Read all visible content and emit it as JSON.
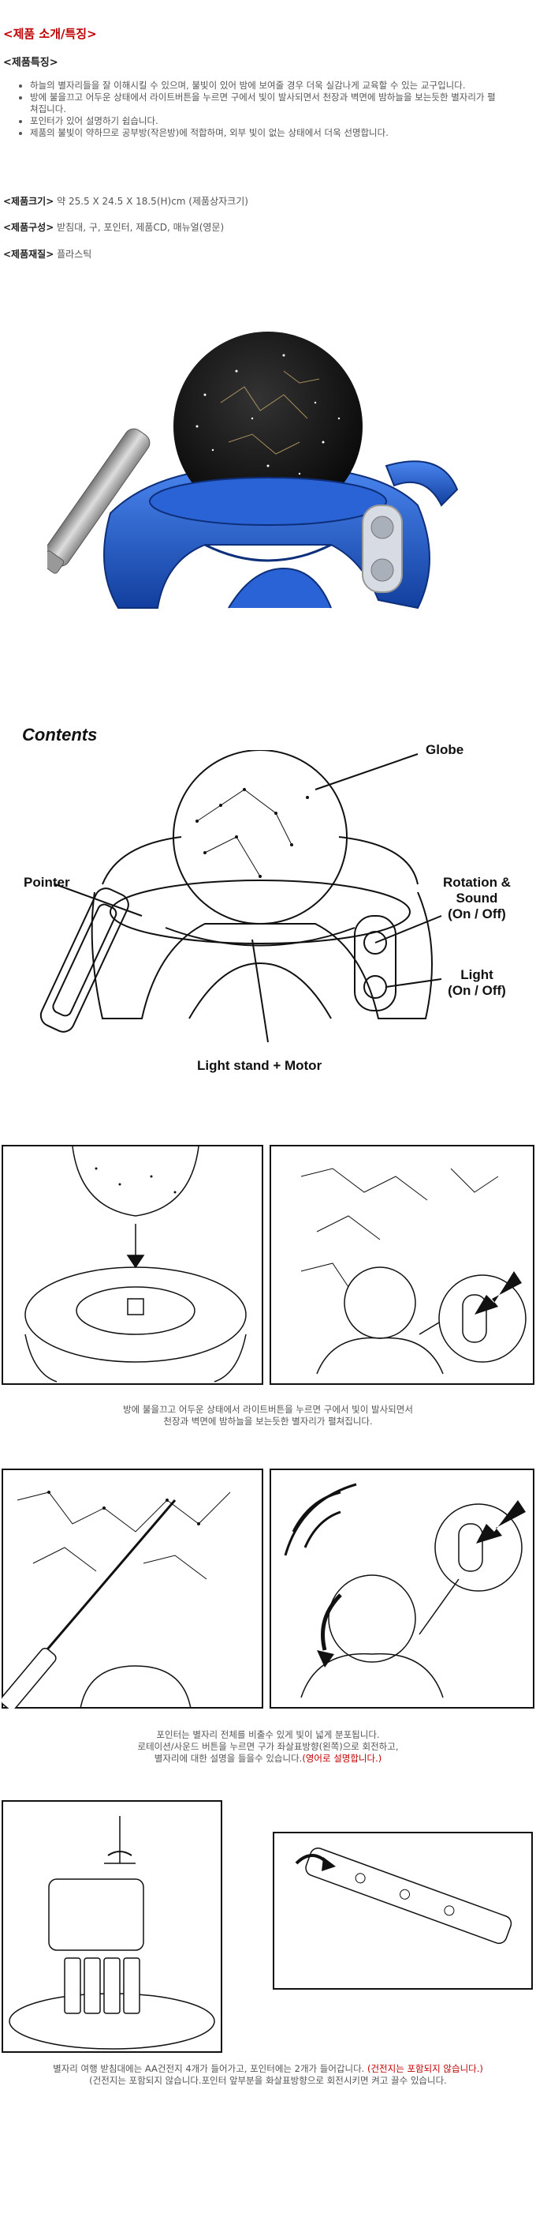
{
  "header": {
    "title": "<제품 소개/특징>"
  },
  "features": {
    "title": "<제품특징>",
    "items": [
      "하늘의 별자리들을 잘 이해시킬 수 있으며, 불빛이 있어 밤에 보여줄 경우 더욱 실감나게 교육할 수 있는 교구입니다.",
      "방에 불을끄고 어두운 상태에서 라이트버튼을 누르면 구에서 빛이 발사되면서 천장과 벽면에 밤하늘을 보는듯한 별자리가 펼쳐집니다.",
      "포인터가 있어 설명하기 쉽습니다.",
      "제품의 불빛이 약하므로 공부방(작은방)에 적합하며, 외부 빛이 없는 상태에서 더욱 선명합니다."
    ]
  },
  "specs": [
    {
      "label": "<제품크기>",
      "value": "약 25.5 X 24.5 X 18.5(H)cm (제품상자크기)"
    },
    {
      "label": "<제품구성>",
      "value": "받침대, 구, 포인터, 제품CD, 매뉴얼(영문)"
    },
    {
      "label": "<제품재질>",
      "value": "플라스틱"
    }
  ],
  "contents_diagram": {
    "title": "Contents",
    "labels": {
      "globe": "Globe",
      "pointer": "Pointer",
      "rotation_line1": "Rotation &",
      "rotation_line2": "Sound",
      "rotation_line3": "(On / Off)",
      "light_line1": "Light",
      "light_line2": "(On / Off)",
      "stand": "Light stand + Motor"
    }
  },
  "captions": {
    "caption1": {
      "line1": "방에 불을끄고 어두운 상태에서 라이트버튼을 누르면 구에서 빛이 발사되면서",
      "line2": "천장과 벽면에 밤하늘을 보는듯한 별자리가 펼쳐집니다."
    },
    "caption2": {
      "line1": "포인터는 별자리 전체를 비출수 있게 빛이 넓게 분포됩니다.",
      "line2": "로테이션/사운드 버튼을 누르면 구가 좌살표방향(왼쪽)으로 회전하고,",
      "line3_prefix": "별자리에 대한 설명을 들을수 있습니다.",
      "line3_red": "(영어로 설명합니다.)"
    },
    "caption3": {
      "line1_prefix": "별자리 여행 받침대에는 AA건전지 4개가 들어가고, 포인터에는 2개가 들어갑니다. ",
      "line1_red": "(건전지는 포함되지 않습니다.)",
      "line2": "(건전지는 포함되지 않습니다.포인터 앞부분을 화살표방향으로 회전시키면 켜고 끌수 있습니다."
    }
  },
  "colors": {
    "accent_red": "#c00000",
    "product_blue": "#1f57c8",
    "globe_black": "#111111"
  }
}
